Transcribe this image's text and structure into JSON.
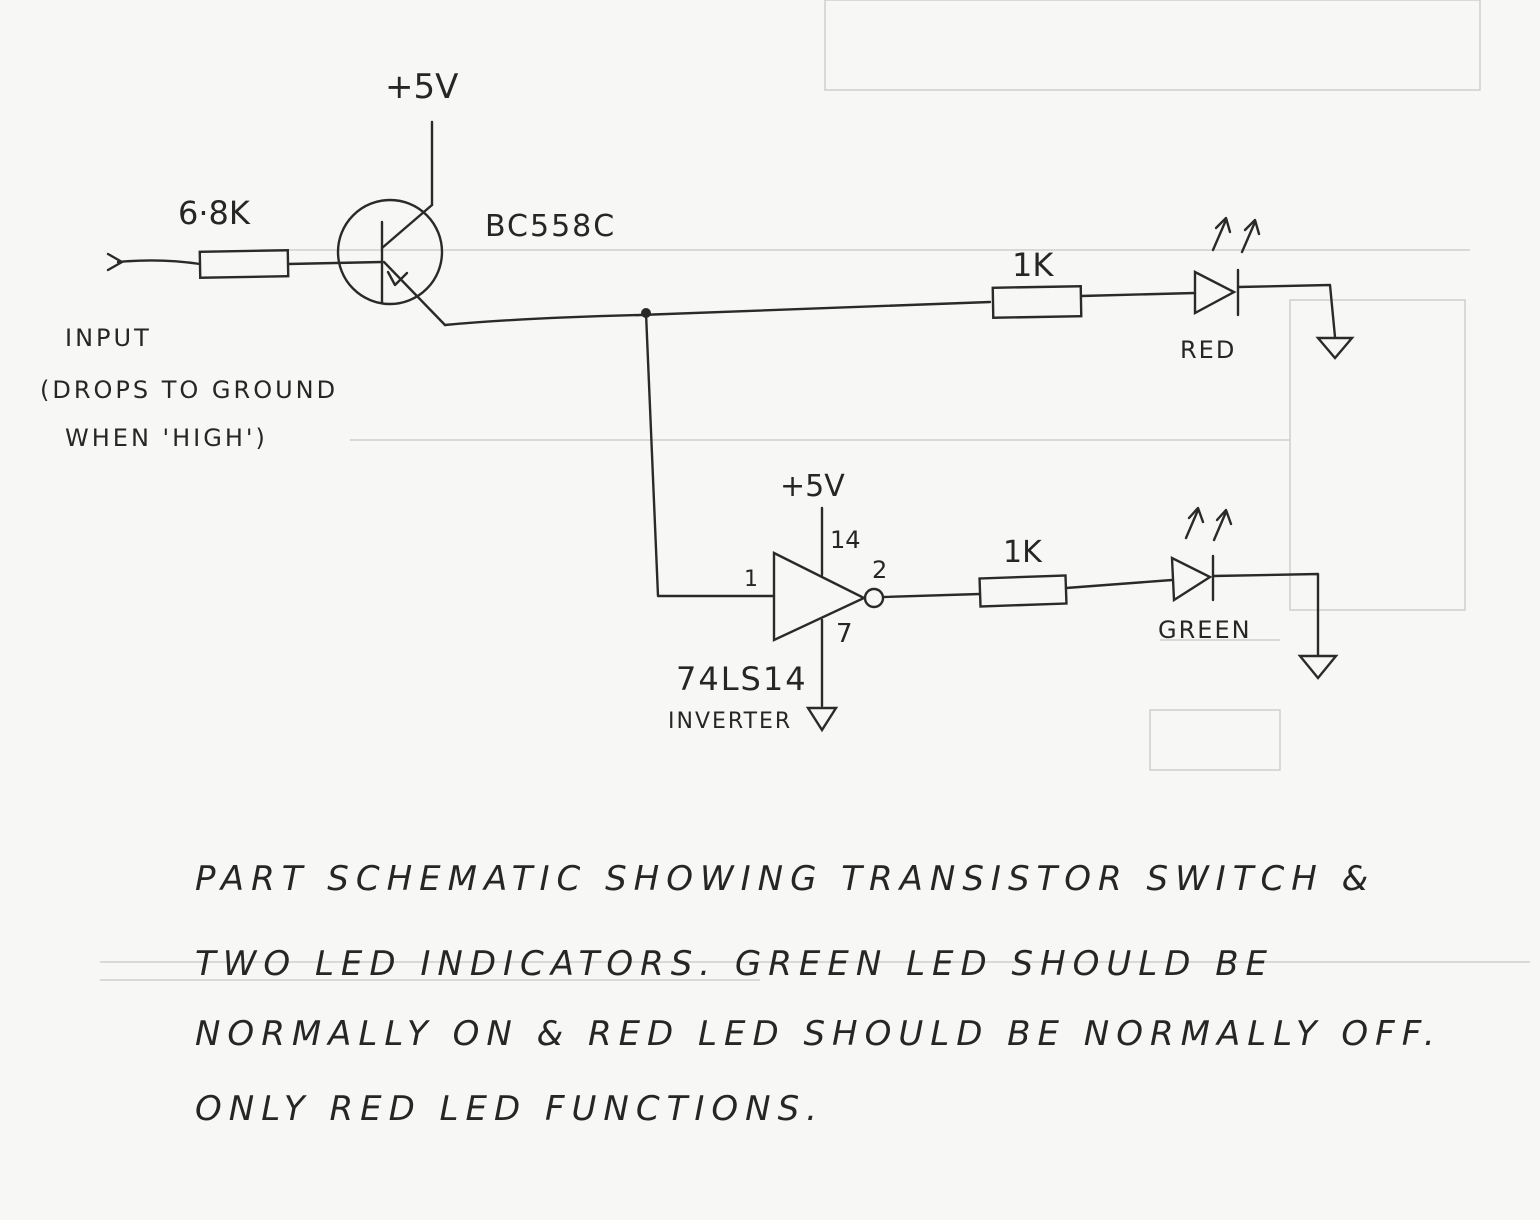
{
  "schematic": {
    "supply_top": "+5V",
    "input_resistor": "6·8K",
    "transistor": "BC558C",
    "input_label": "INPUT",
    "input_note_line1": "(DROPS TO GROUND",
    "input_note_line2": "WHEN 'HIGH')",
    "red_resistor": "1K",
    "red_led": "RED",
    "inverter_supply": "+5V",
    "pin_vcc": "14",
    "pin_in": "1",
    "pin_out": "2",
    "pin_gnd": "7",
    "ic_part": "74LS14",
    "ic_type": "INVERTER",
    "green_resistor": "1K",
    "green_led": "GREEN"
  },
  "caption": {
    "line1": "PART SCHEMATIC SHOWING TRANSISTOR SWITCH &",
    "line2": "TWO LED INDICATORS. GREEN LED SHOULD BE",
    "line3": "NORMALLY ON & RED LED SHOULD BE NORMALLY OFF.",
    "line4": "ONLY RED LED FUNCTIONS."
  }
}
